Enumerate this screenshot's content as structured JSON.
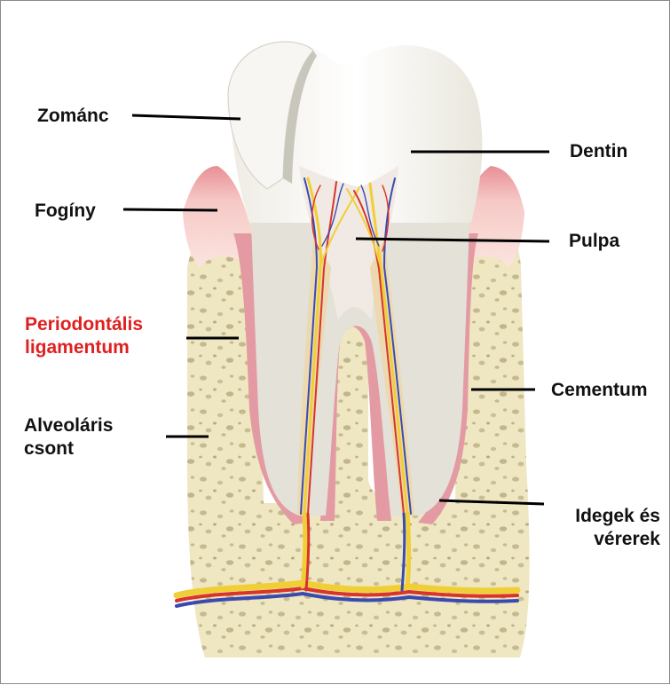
{
  "labels": {
    "zomanc": "Zománc",
    "dentin": "Dentin",
    "foginy": "Fogíny",
    "pulpa": "Pulpa",
    "periodontalis_line1": "Periodontális",
    "periodontalis_line2": "ligamentum",
    "cementum": "Cementum",
    "alveolaris_line1": "Alveoláris",
    "alveolaris_line2": "csont",
    "idegek_line1": "Idegek és",
    "idegek_line2": "vérerek"
  },
  "colors": {
    "label_text": "#111111",
    "highlight_label": "#e02020",
    "leader_line": "#000000",
    "bone": "#efe6c2",
    "gum": "#f2b9b9",
    "ligament": "#e6a0a8",
    "enamel": "#f4f2ec",
    "dentin": "#e2e0d6",
    "pulp": "#f3ece6",
    "nerve": "#f2d43a",
    "artery": "#d8342c",
    "vein": "#3a4bb0"
  }
}
